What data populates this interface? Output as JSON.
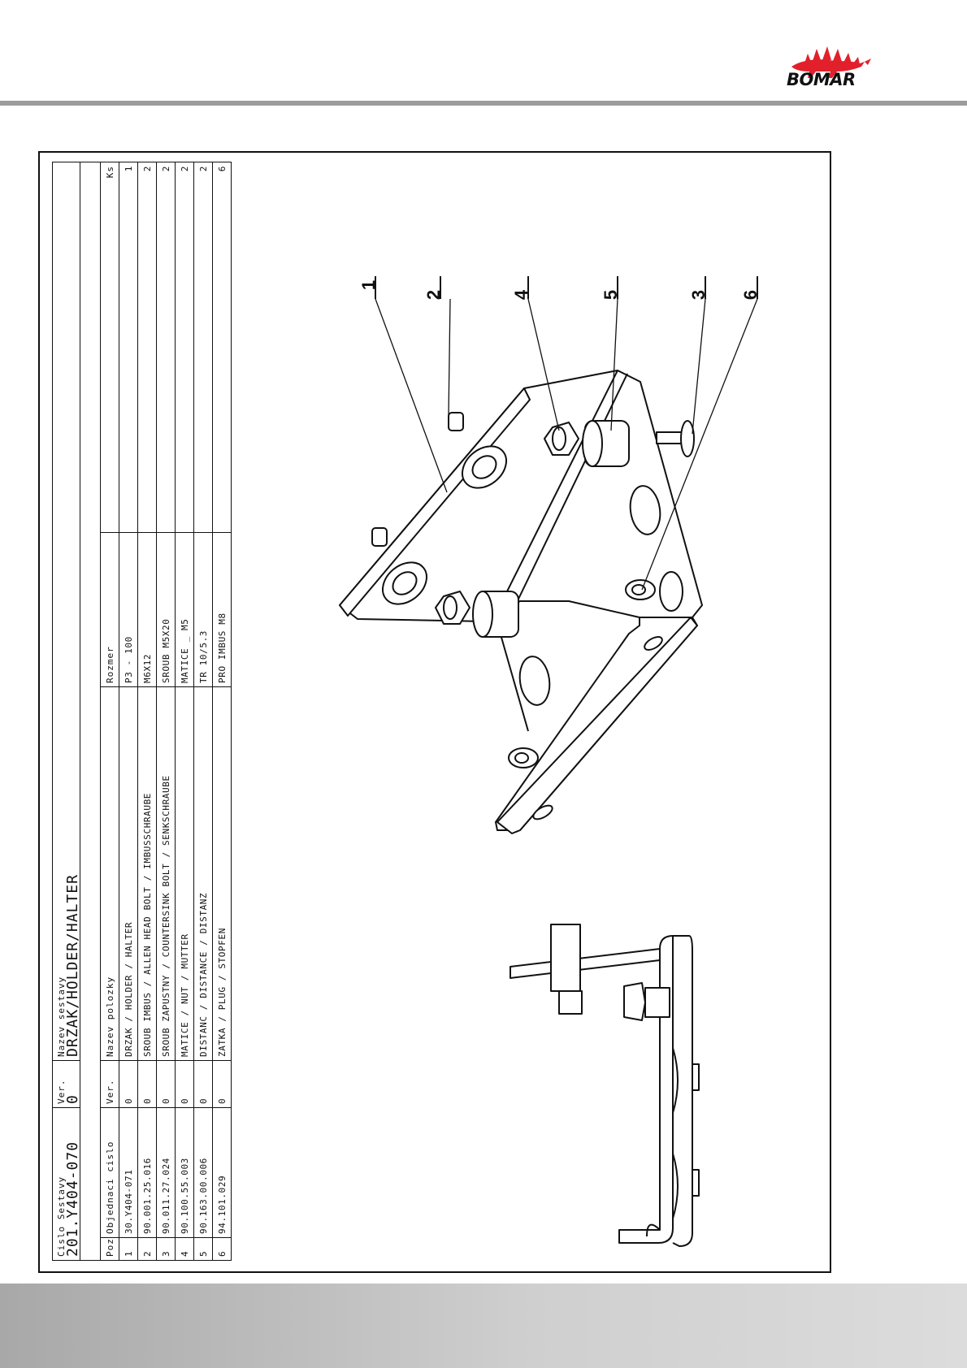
{
  "brand": {
    "logo_text": "BOMAR",
    "logo_icon": "stegosaurus-icon",
    "accent": "#e2202b"
  },
  "header": {
    "rule_color": "#9c9c9c"
  },
  "footer": {
    "color": "#c4c4c4"
  },
  "title_block": {
    "assembly_no_label": "Cislo Sestavy",
    "assembly_no": "201.Y404-070",
    "version_label": "Ver.",
    "version": "0",
    "name_label": "Nazev sestavy",
    "name": "DRZAK/HOLDER/HALTER"
  },
  "parts_table": {
    "columns": [
      "Poz.",
      "Objednaci cislo",
      "Ver.",
      "Nazev polozky",
      "Rozmer",
      "Ks"
    ],
    "rows": [
      [
        "1",
        "30.Y404-071",
        "0",
        "DRZAK / HOLDER / HALTER",
        "P3 - 100",
        "1"
      ],
      [
        "2",
        "90.001.25.016",
        "0",
        "SROUB IMBUS / ALLEN HEAD BOLT / IMBUSSCHRAUBE",
        "M6X12",
        "2"
      ],
      [
        "3",
        "90.011.27.024",
        "0",
        "SROUB ZAPUSTNY / COUNTERSINK BOLT / SENKSCHRAUBE",
        "SROUB M5X20",
        "2"
      ],
      [
        "4",
        "90.100.55.003",
        "0",
        "MATICE / NUT / MUTTER",
        "MATICE _ M5",
        "2"
      ],
      [
        "5",
        "90.163.00.006",
        "0",
        "DISTANC / DISTANCE / DISTANZ",
        "TR 10/5.3",
        "2"
      ],
      [
        "6",
        "94.101.029",
        "0",
        "ZATKA / PLUG / STOPFEN",
        "PRO IMBUS M8",
        "6"
      ]
    ]
  },
  "callouts": [
    "1",
    "2",
    "4",
    "5",
    "3",
    "6"
  ]
}
